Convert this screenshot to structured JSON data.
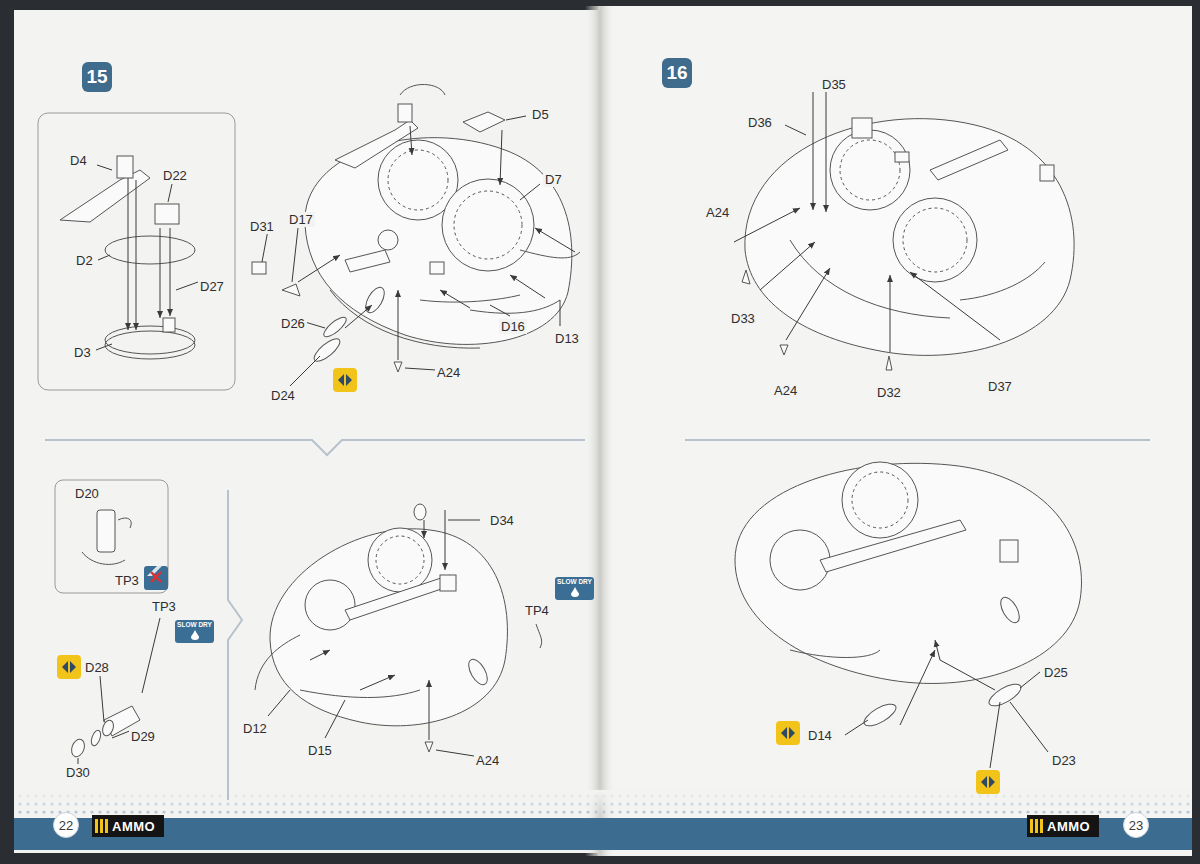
{
  "diagram": {
    "nodes": [
      {
        "text": [
          "15"
        ]
      },
      {
        "text": [
          "SLOW DRY"
        ]
      },
      {
        "text": [
          "SLOW DRY"
        ]
      },
      {
        "text": [
          "22"
        ]
      },
      {
        "text": [
          "AMMO"
        ]
      },
      {
        "text": [
          "16"
        ]
      },
      {
        "text": [
          "AMMO"
        ]
      },
      {
        "text": [
          "23"
        ]
      }
    ],
    "edges": [],
    "labels": [
      "D4",
      "D22",
      "D2",
      "D27",
      "D3",
      "D5",
      "D7",
      "D31",
      "D17",
      "D26",
      "D24",
      "A24",
      "D16",
      "D13",
      "D20",
      "TP3",
      "TP3",
      "D28",
      "D29",
      "D30",
      "D34",
      "TP4",
      "D12",
      "D15",
      "A24",
      "D35",
      "D36",
      "A24",
      "D33",
      "A24",
      "D32",
      "D37",
      "D25",
      "D14",
      "D23"
    ]
  }
}
